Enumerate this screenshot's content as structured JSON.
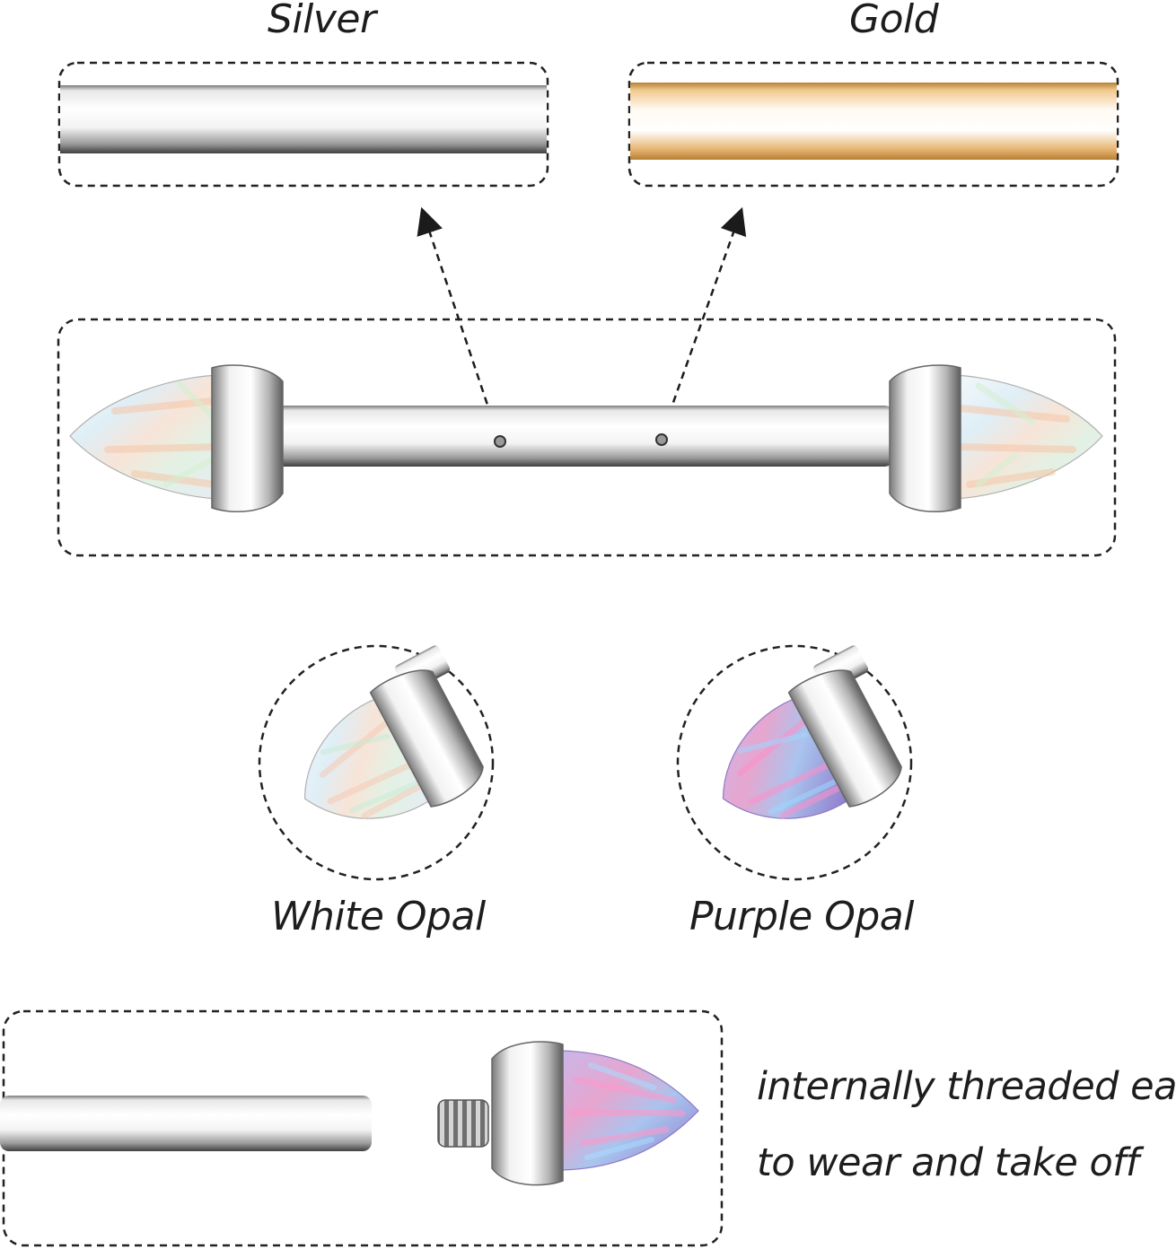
{
  "finishes": {
    "silver_label": "Silver",
    "gold_label": "Gold"
  },
  "opals": {
    "white_label": "White Opal",
    "purple_label": "Purple Opal"
  },
  "caption": {
    "line1": "internally threaded easy",
    "line2": "to wear and take off"
  },
  "colors": {
    "dash_border": "#222222",
    "silver_bar": "#d9d9d9",
    "gold_bar": "#d9a86a",
    "white_opal": "#eef2f4",
    "purple_opal": "#b79ad8"
  }
}
